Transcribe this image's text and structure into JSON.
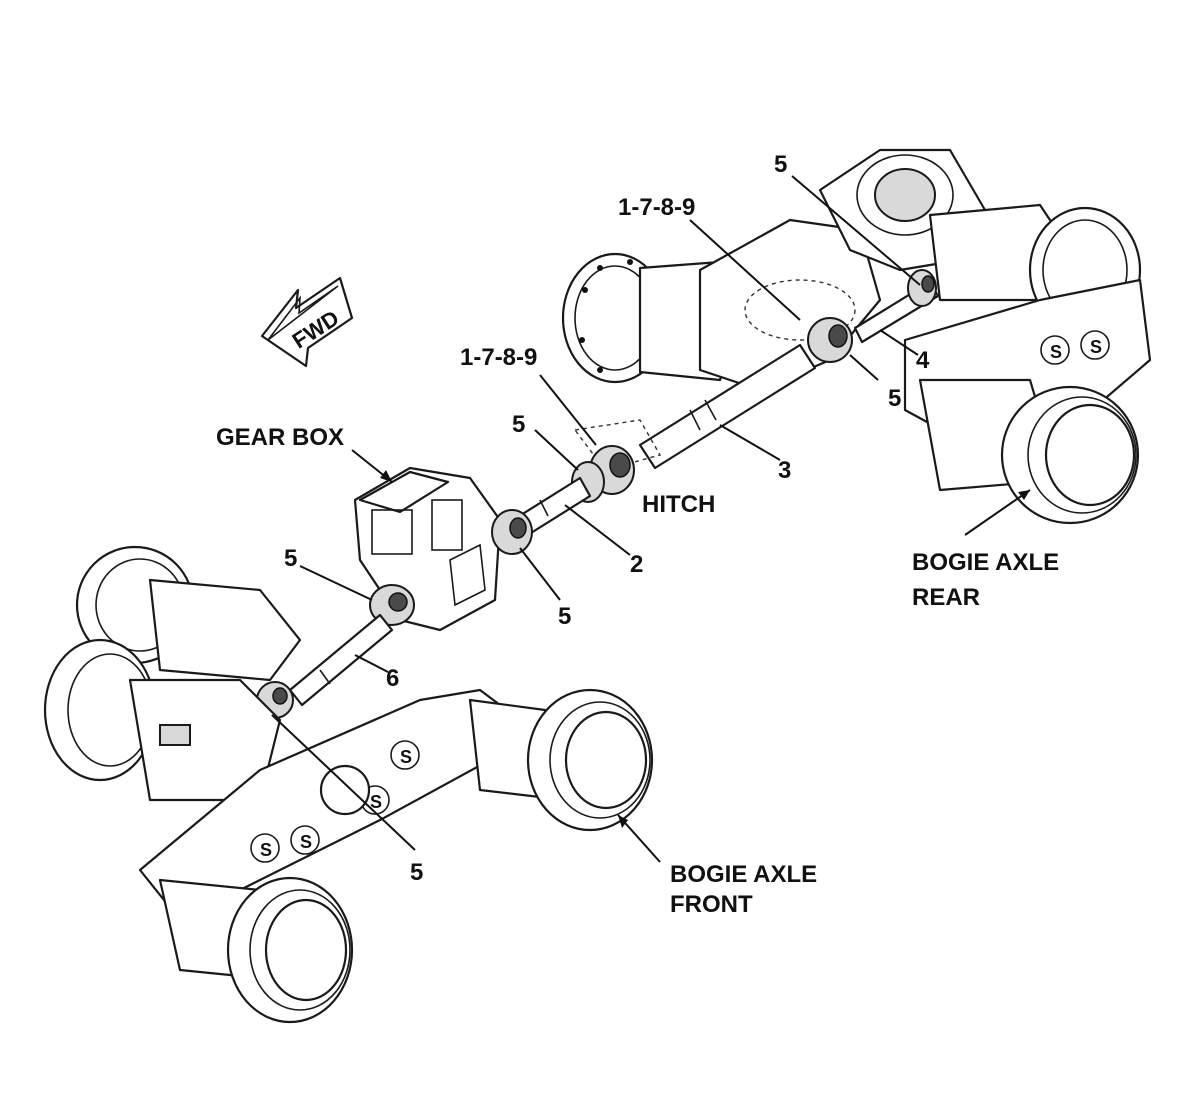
{
  "labels": {
    "fwd": "FWD",
    "gear_box": "GEAR BOX",
    "hitch": "HITCH",
    "bogie_rear_line1": "BOGIE AXLE",
    "bogie_rear_line2": "REAR",
    "bogie_front_line1": "BOGIE AXLE",
    "bogie_front_line2": "FRONT"
  },
  "callouts": {
    "c_1789_rear": "1-7-8-9",
    "c_1789_hitch": "1-7-8-9",
    "c_5_top": "5",
    "c_5_rear_lower": "5",
    "c_4": "4",
    "c_3": "3",
    "c_5_hitch": "5",
    "c_2": "2",
    "c_5_gearbox_left": "5",
    "c_5_gearbox_right": "5",
    "c_6": "6",
    "c_5_front": "5"
  }
}
